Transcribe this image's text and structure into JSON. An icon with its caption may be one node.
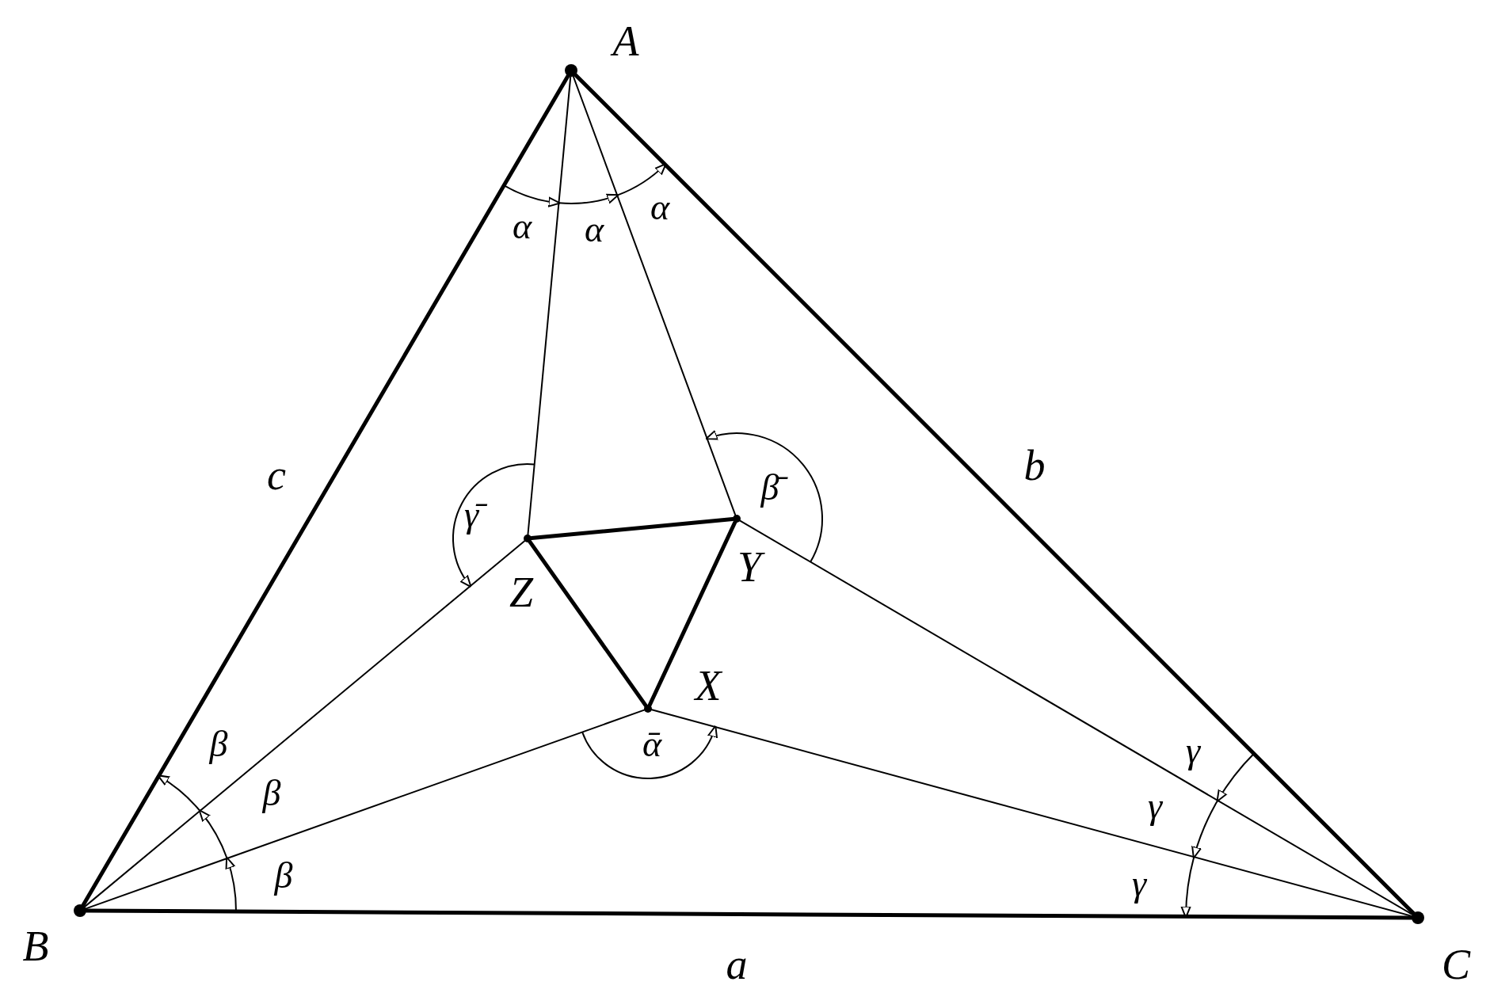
{
  "diagram": {
    "nodes": [
      {
        "text": [],
        "shape": "circle",
        "beside": [
          "A"
        ]
      },
      {
        "text": [],
        "shape": "circle",
        "beside": [
          "B"
        ]
      },
      {
        "text": [],
        "shape": "circle",
        "beside": [
          "C"
        ]
      },
      {
        "text": [],
        "shape": "circle",
        "beside": [
          "X"
        ]
      },
      {
        "text": [],
        "shape": "circle",
        "beside": [
          "Y"
        ]
      },
      {
        "text": [],
        "shape": "circle",
        "beside": [
          "Z"
        ]
      }
    ],
    "edges": [
      {
        "from": 0,
        "to": 1,
        "arrow": "none",
        "label": "c",
        "style": "thick"
      },
      {
        "from": 1,
        "to": 2,
        "arrow": "none",
        "label": "a",
        "style": "thick"
      },
      {
        "from": 2,
        "to": 0,
        "arrow": "none",
        "label": "b",
        "style": "thick"
      },
      {
        "from": 0,
        "to": 5,
        "arrow": "none"
      },
      {
        "from": 0,
        "to": 4,
        "arrow": "none"
      },
      {
        "from": 1,
        "to": 5,
        "arrow": "none"
      },
      {
        "from": 1,
        "to": 3,
        "arrow": "none"
      },
      {
        "from": 2,
        "to": 3,
        "arrow": "none"
      },
      {
        "from": 2,
        "to": 4,
        "arrow": "none"
      },
      {
        "from": 5,
        "to": 4,
        "arrow": "none",
        "style": "thick"
      },
      {
        "from": 4,
        "to": 3,
        "arrow": "none",
        "style": "thick"
      },
      {
        "from": 3,
        "to": 5,
        "arrow": "none",
        "style": "thick"
      }
    ],
    "labels": [
      "α",
      "α",
      "α",
      "γ̄",
      "β̄",
      "β",
      "ᾱ",
      "γ",
      "β",
      "γ",
      "β",
      "γ"
    ]
  }
}
